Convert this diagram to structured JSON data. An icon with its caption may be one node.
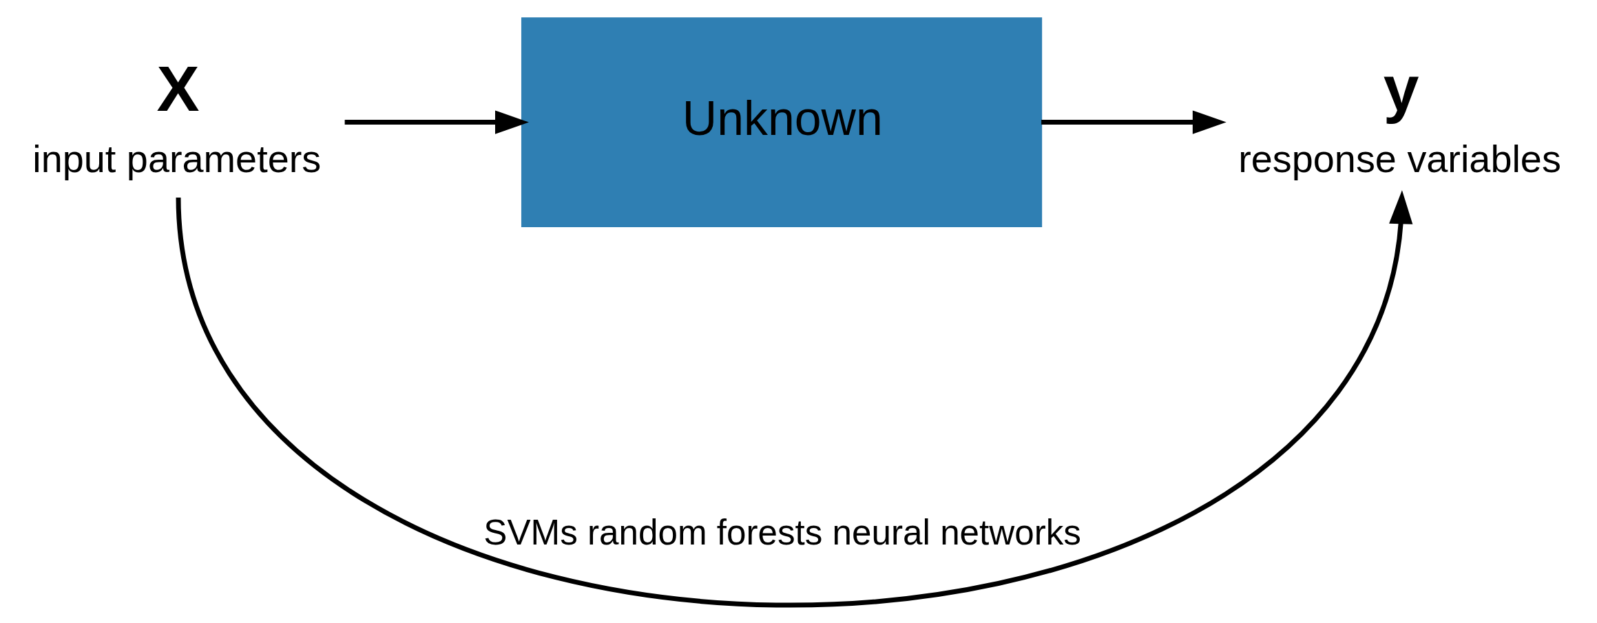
{
  "diagram": {
    "nodes": [
      {
        "text": [
          "X"
        ],
        "beside": [
          "input parameters"
        ]
      },
      {
        "text": [
          "Unknown"
        ]
      },
      {
        "text": [
          "y"
        ],
        "beside": [
          "response variables"
        ]
      }
    ],
    "edges": [
      {
        "from": 0,
        "to": 1,
        "arrow": "to"
      },
      {
        "from": 1,
        "to": 2,
        "arrow": "to"
      },
      {
        "from": 0,
        "to": 2,
        "arrow": "to",
        "label": "SVMs random forests neural networks"
      }
    ]
  }
}
